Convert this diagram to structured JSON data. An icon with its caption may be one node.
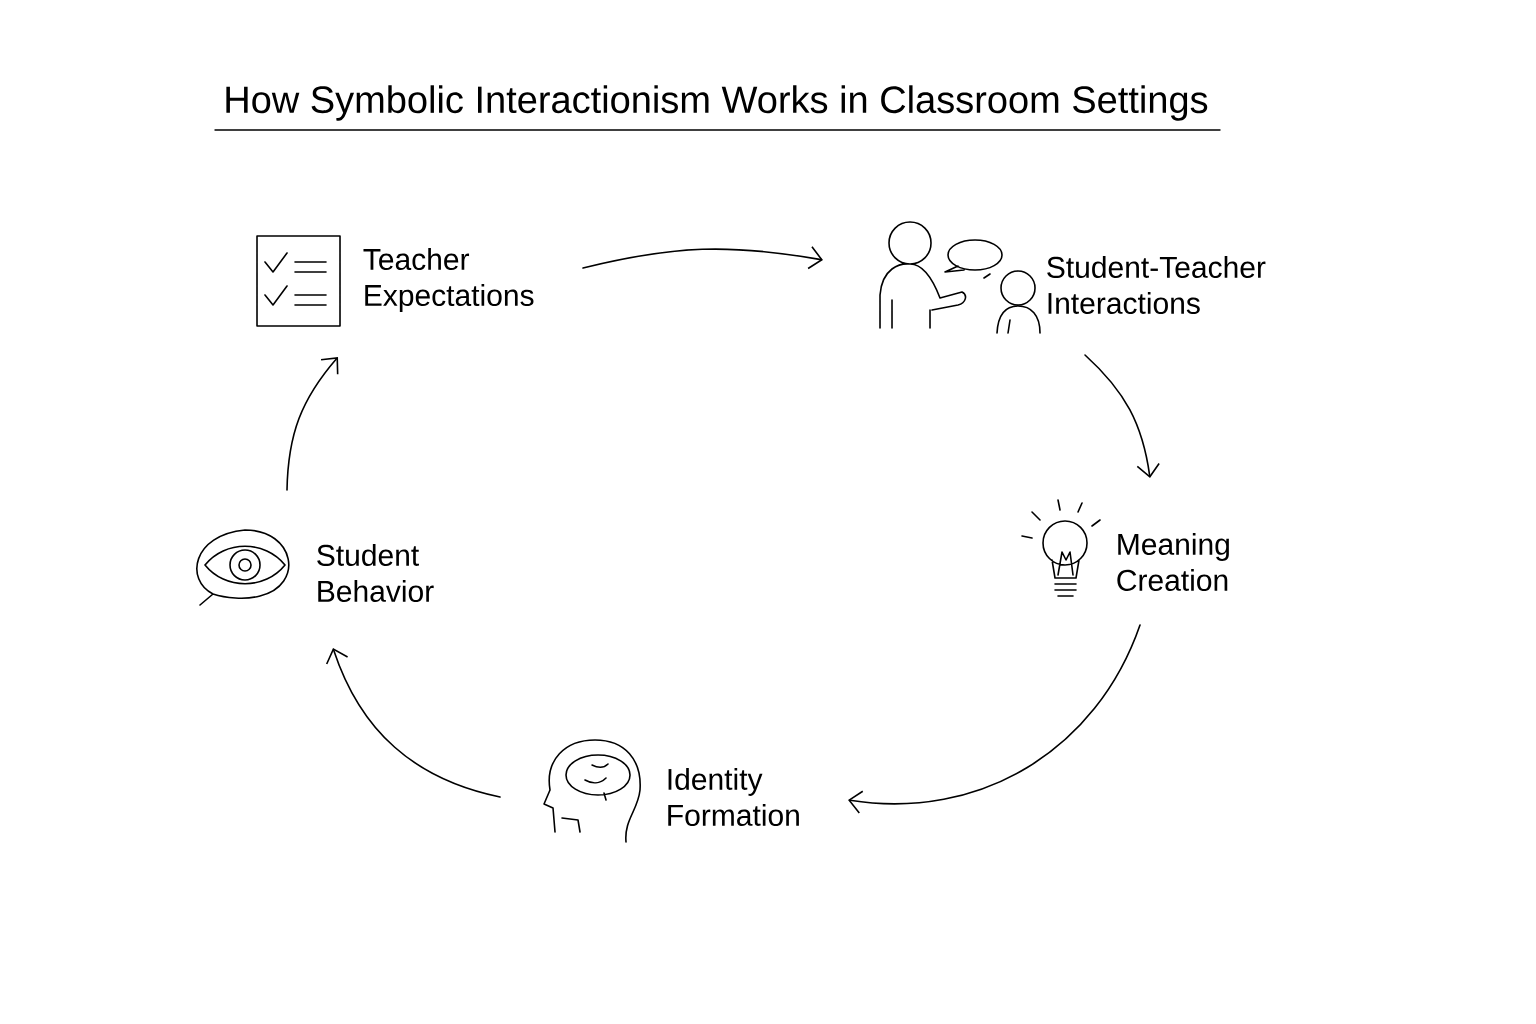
{
  "diagram": {
    "title": "How Symbolic Interactionism Works in Classroom Settings",
    "nodes": [
      {
        "text": [
          "Teacher Expectations"
        ]
      },
      {
        "text": [
          "Student-Teacher Interactions"
        ]
      },
      {
        "text": [
          "Meaning Creation"
        ]
      },
      {
        "text": [
          "Identity Formation"
        ]
      },
      {
        "text": [
          "Student Behavior"
        ]
      }
    ],
    "edges": [
      {
        "from": 0,
        "to": 1,
        "arrow": "to"
      },
      {
        "from": 1,
        "to": 2,
        "arrow": "to"
      },
      {
        "from": 2,
        "to": 3,
        "arrow": "to"
      },
      {
        "from": 3,
        "to": 4,
        "arrow": "to"
      },
      {
        "from": 4,
        "to": 0,
        "arrow": "to"
      }
    ]
  }
}
